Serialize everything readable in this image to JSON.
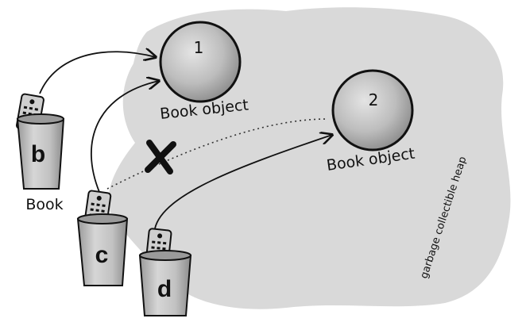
{
  "heap": {
    "label": "garbage collectible heap",
    "color": "#d9d9d9"
  },
  "objects": [
    {
      "number": "1",
      "label": "Book object"
    },
    {
      "number": "2",
      "label": "Book object"
    }
  ],
  "references": [
    {
      "name": "b",
      "type_label": "Book"
    },
    {
      "name": "c",
      "type_label": ""
    },
    {
      "name": "d",
      "type_label": ""
    }
  ],
  "icons": {
    "remote": "remote-control-icon",
    "cup": "cup-icon",
    "cross": "x-mark-icon"
  },
  "colors": {
    "ink": "#111111",
    "sphere": "#b8b8b8",
    "cup": "#c4c4c4",
    "remote": "#cfcfcf"
  }
}
